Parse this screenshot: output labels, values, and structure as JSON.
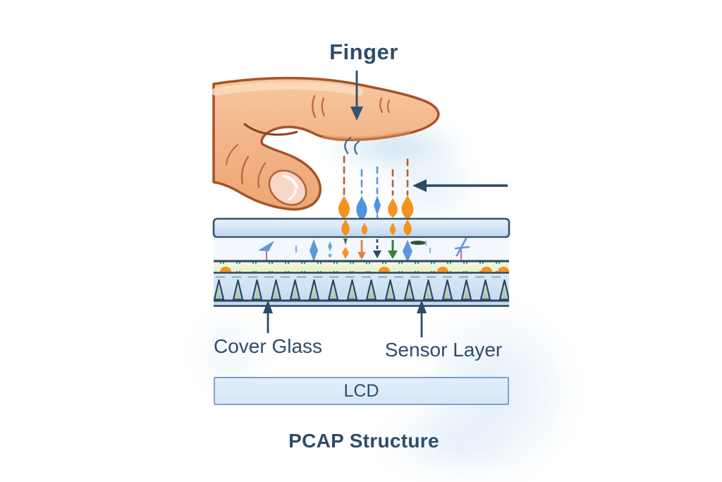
{
  "diagram_title": "PCAP Structure",
  "labels": {
    "finger": "Finger",
    "cover_glass": "Cover Glass",
    "sensor_layer": "Sensor Layer",
    "lcd": "LCD"
  },
  "colors": {
    "label_text": "#2e4d6b",
    "pointer_arrow": "#2e4d6b",
    "field_drop_orange": "#f6921e",
    "field_drop_blue": "#4f94e0",
    "field_dash_brown": "#b5602a",
    "cover_glass_fill": "#d3e5f6",
    "layer_border_navy": "#2b445f",
    "sensor_layer_fill": "#eef3d6",
    "electrode_tick_teal": "#2fa3a0",
    "electrode_bump_orange": "#f6921e",
    "teeth_fill": "#aedcec",
    "lcd_fill": "#dcebfa",
    "lcd_border": "#79a3d1",
    "skin": "#f2b98d",
    "skin_outline": "#a65327",
    "green_arrow": "#3a7d3a",
    "magenta_stem": "#c468c4",
    "watercolor_wash": "#cde0f2"
  }
}
